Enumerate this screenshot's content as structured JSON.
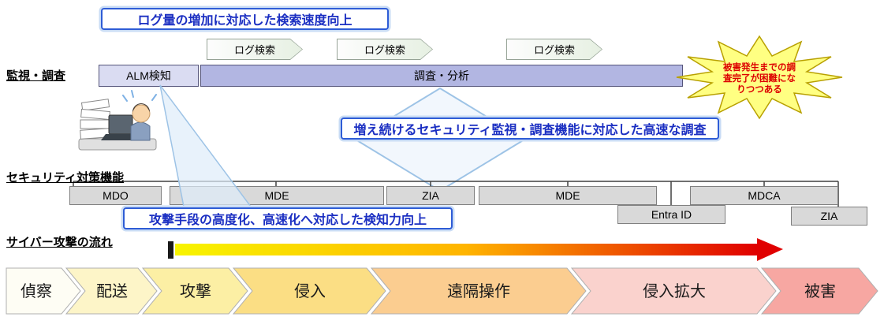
{
  "colors": {
    "callout_text": "#1b2fc2",
    "callout_border": "#2e5cd6",
    "analysis_bar_fill": "#b2b6e2",
    "alm_box_fill": "#dadcf2",
    "module_box_fill": "#d9d9d9",
    "starburst_fill": "#ffff82",
    "starburst_text": "#dd0000",
    "attack_gradient": [
      "#f8f400",
      "#ffb400",
      "#e00000"
    ]
  },
  "callouts": {
    "log_speed": "ログ量の増加に対応した検索速度向上",
    "fast_investigation": "増え続けるセキュリティ監視・調査機能に対応した高速な調査",
    "detection_improvement": "攻撃手段の高度化、高速化へ対応した検知力向上"
  },
  "monitoring": {
    "section_label": "監視・調査",
    "alm_detection": "ALM検知",
    "investigation_analysis": "調査・分析",
    "log_searches": [
      "ログ検索",
      "ログ検索",
      "ログ検索"
    ]
  },
  "starburst": {
    "line1": "被害発生までの調",
    "line2": "査完了が困難にな",
    "line3": "りつつある"
  },
  "security_functions": {
    "section_label": "セキュリティ対策機能",
    "modules_row1": [
      "MDO",
      "MDE",
      "ZIA",
      "MDE",
      "MDCA"
    ],
    "modules_row2": [
      "Entra ID",
      "ZIA"
    ]
  },
  "attack_flow": {
    "section_label": "サイバー攻撃の流れ",
    "stages": [
      {
        "label": "偵察",
        "color": "#fefdf4"
      },
      {
        "label": "配送",
        "color": "#fdf5c8"
      },
      {
        "label": "攻撃",
        "color": "#fcefa4"
      },
      {
        "label": "侵入",
        "color": "#fbde84"
      },
      {
        "label": "遠隔操作",
        "color": "#fbcd90"
      },
      {
        "label": "侵入拡大",
        "color": "#fad2cd"
      },
      {
        "label": "被害",
        "color": "#f7a7a2"
      }
    ]
  }
}
